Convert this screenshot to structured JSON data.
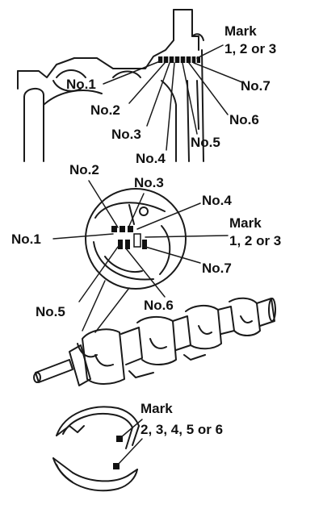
{
  "top": {
    "mark_title": "Mark",
    "mark_values": "1, 2 or 3",
    "labels": [
      "No.1",
      "No.2",
      "No.3",
      "No.4",
      "No.5",
      "No.6",
      "No.7"
    ]
  },
  "middle": {
    "mark_title": "Mark",
    "mark_values": "1, 2 or 3",
    "labels": [
      "No.1",
      "No.2",
      "No.3",
      "No.4",
      "No.5",
      "No.6",
      "No.7"
    ]
  },
  "bottom": {
    "mark_title": "Mark",
    "mark_values": "2, 3, 4, 5 or 6"
  }
}
